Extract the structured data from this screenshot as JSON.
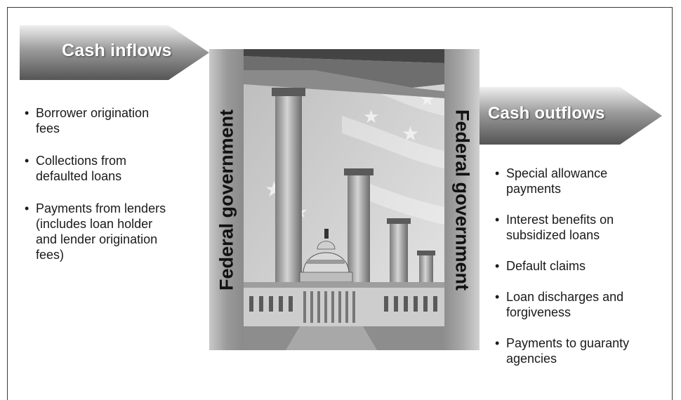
{
  "inflows": {
    "title": "Cash inflows",
    "items": [
      {
        "line1": "Borrower origination",
        "line2": "fees",
        "line3": "",
        "line4": ""
      },
      {
        "line1": "Collections from",
        "line2": "defaulted loans",
        "line3": "",
        "line4": ""
      },
      {
        "line1": "Payments from lenders",
        "line2": "(includes loan holder",
        "line3": "and lender origination",
        "line4": "fees)"
      }
    ]
  },
  "outflows": {
    "title": "Cash outflows",
    "items": [
      {
        "line1": "Special allowance",
        "line2": "payments"
      },
      {
        "line1": "Interest benefits on",
        "line2": "subsidized loans"
      },
      {
        "line1": "Default claims",
        "line2": ""
      },
      {
        "line1": "Loan discharges and",
        "line2": "forgiveness"
      },
      {
        "line1": "Payments to guaranty",
        "line2": "agencies"
      }
    ]
  },
  "center": {
    "left_label": "Federal government",
    "right_label": "Federal government",
    "photo": "capitol-building-with-flag"
  },
  "colors": {
    "arrow_dark": "#5a5a5a",
    "arrow_light": "#e6e6e6",
    "band": "#9c9c9c"
  }
}
